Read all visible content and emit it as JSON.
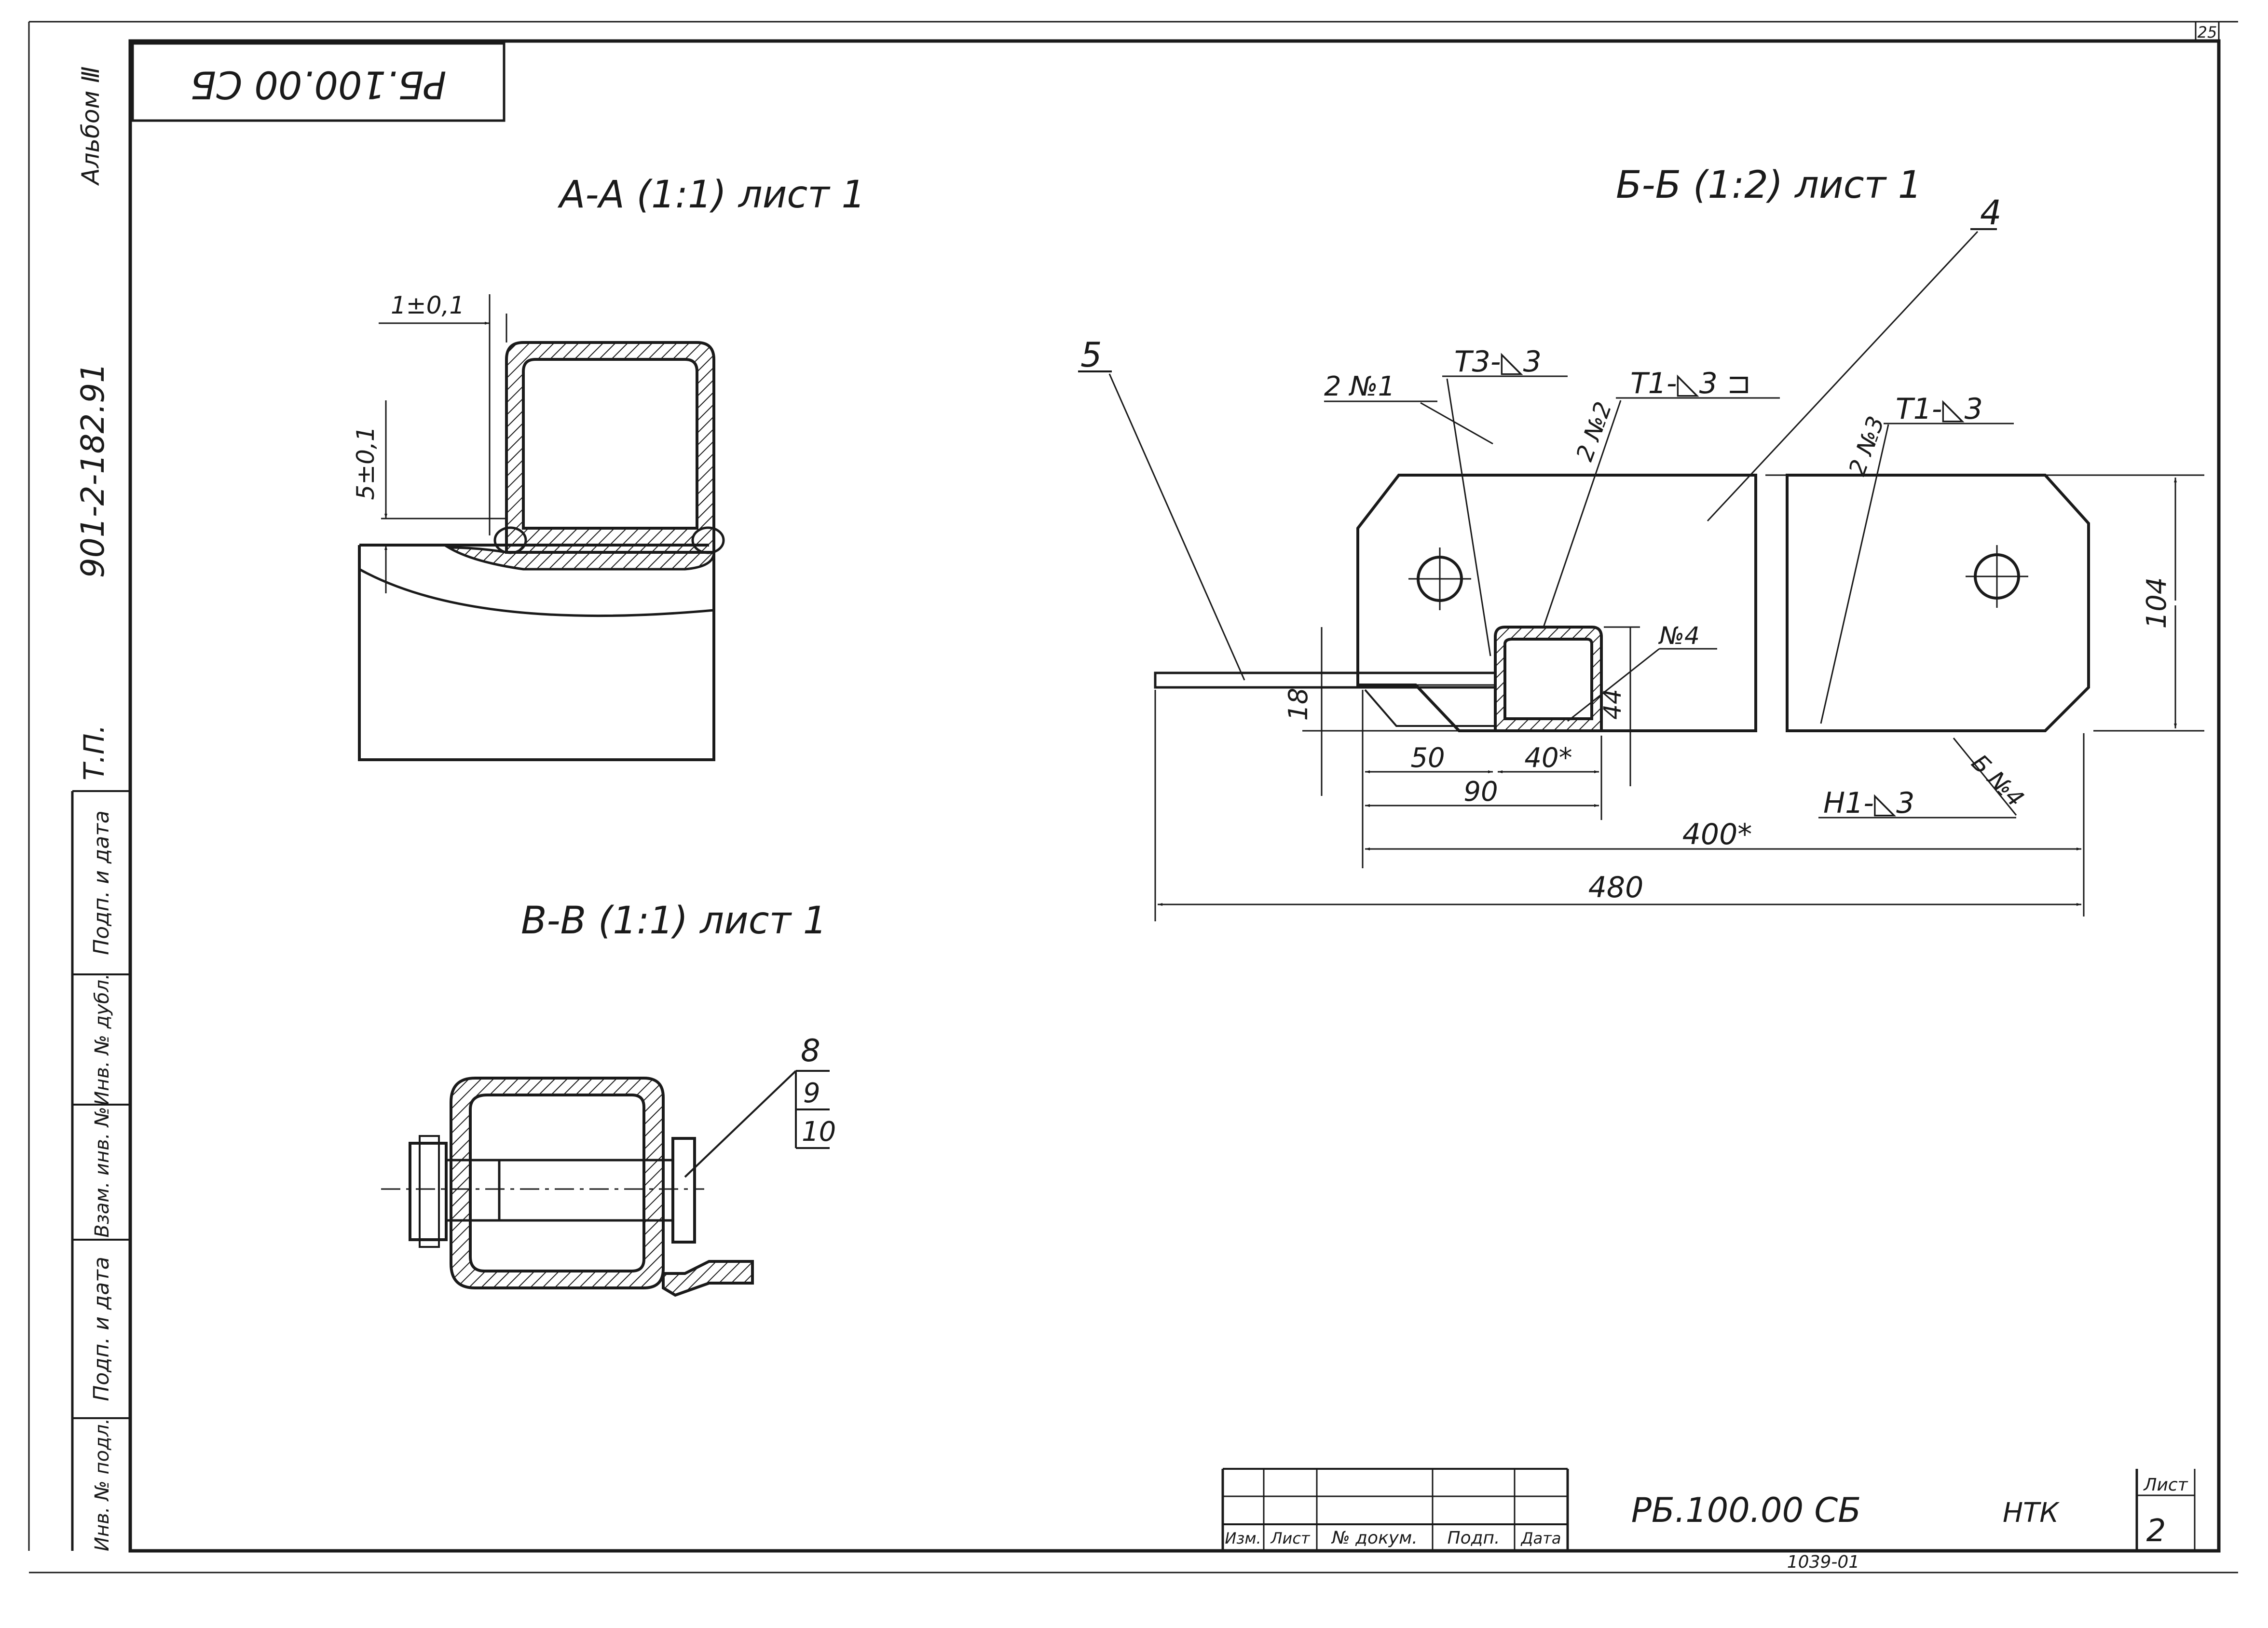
{
  "sheet_number_top": "25",
  "stamp_mirrored": "РБ.100.00 СБ",
  "margin": {
    "project_code": "901-2-182.91",
    "series": "Т.П.",
    "album": "Альбом Ⅲ",
    "fields": [
      "Подп. и дата",
      "Инв. № дубл.",
      "Взам. инв. №",
      "Подп. и дата",
      "Инв. № подл."
    ]
  },
  "section_aa": {
    "title": "А-А (1:1) лист 1",
    "dim_top": "1±0,1",
    "dim_side": "5±0,1"
  },
  "section_vv": {
    "title": "В-В (1:1) лист 1",
    "callouts": [
      "8",
      "9",
      "10"
    ]
  },
  "section_bb": {
    "title": "Б-Б (1:2) лист 1",
    "part_4": "4",
    "part_5": "5",
    "weld_n1": "2 №1",
    "weld_t3": "Т3-◺3",
    "weld_n2": "2 №2",
    "weld_t1a": "Т1-◺3 ⊐",
    "weld_n3": "2 №3",
    "weld_t1b": "Т1-◺3",
    "weld_n4": "№4",
    "weld_b_n4": "Б №4",
    "weld_h1": "Н1-◺3",
    "dim_104": "104",
    "dim_18": "18",
    "dim_44": "44",
    "dim_50": "50",
    "dim_40": "40*",
    "dim_90": "90",
    "dim_400": "400*",
    "dim_480": "480"
  },
  "title_block": {
    "columns": [
      "Изм.",
      "Лист",
      "№ докум.",
      "Подп.",
      "Дата"
    ],
    "doc_code": "РБ.100.00 СБ",
    "stage": "НТК",
    "sheet_label": "Лист",
    "sheet_value": "2",
    "bottom_note": "1039-01"
  }
}
